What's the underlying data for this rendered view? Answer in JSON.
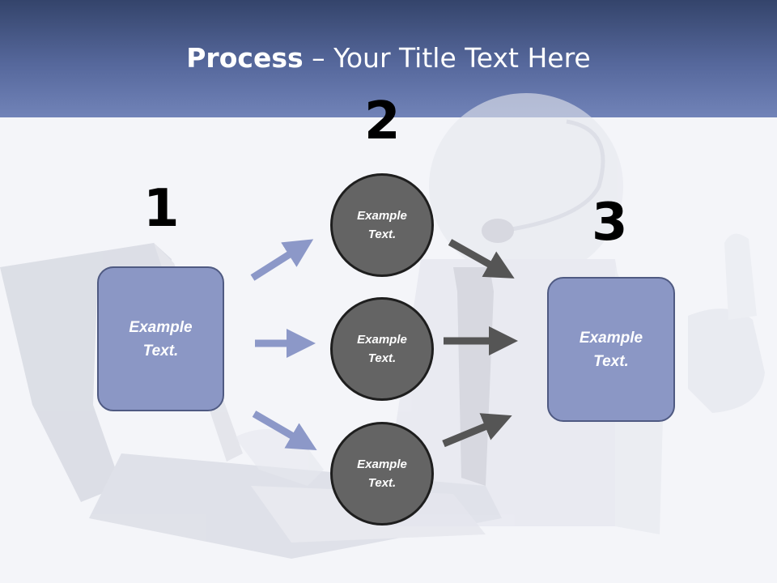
{
  "header": {
    "title_bold": "Process",
    "title_rest": " – Your Title Text Here"
  },
  "steps": {
    "step1": {
      "number": "1",
      "label": "Example\nText."
    },
    "step2": {
      "number": "2",
      "circles": [
        {
          "label": "Example\nText."
        },
        {
          "label": "Example\nText."
        },
        {
          "label": "Example\nText."
        }
      ]
    },
    "step3": {
      "number": "3",
      "label": "Example\nText."
    }
  },
  "colors": {
    "header_dark": "#34446b",
    "header_light": "#7183b8",
    "box_fill": "#8b97c5",
    "circle_fill": "#646464",
    "arrow_light": "#8c98c8",
    "arrow_dark": "#555555"
  }
}
